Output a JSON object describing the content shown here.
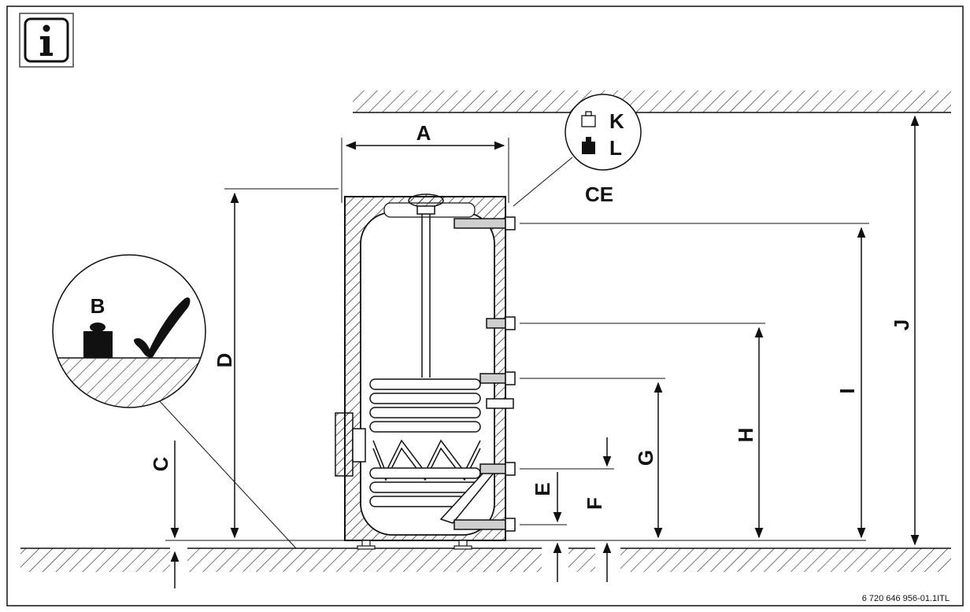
{
  "info_icon": "info-icon",
  "dimensions": {
    "A": "A",
    "B": "B",
    "C": "C",
    "D": "D",
    "E": "E",
    "F": "F",
    "G": "G",
    "H": "H",
    "I": "I",
    "J": "J",
    "K": "K",
    "L": "L"
  },
  "ce_mark": "CE",
  "reference": "6 720 646 956-01.1ITL",
  "colors": {
    "line": "#1a1a1a",
    "fill": "#ffffff",
    "pipe": "#cfcfcf",
    "tick": "#111111"
  }
}
